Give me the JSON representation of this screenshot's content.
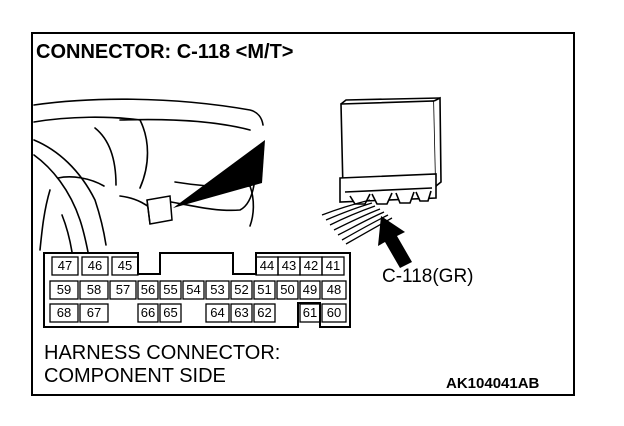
{
  "title": "CONNECTOR: C-118 <M/T>",
  "callout_label": "C-118(GR)",
  "caption_line1": "HARNESS CONNECTOR:",
  "caption_line2": "COMPONENT SIDE",
  "reference_code": "AK104041AB",
  "connector": {
    "top_row": [
      "47",
      "46",
      "45",
      "",
      "",
      "",
      "",
      "",
      "",
      "44",
      "43",
      "42",
      "41"
    ],
    "middle_row": [
      "59",
      "58",
      "57",
      "56",
      "55",
      "54",
      "53",
      "52",
      "51",
      "50",
      "49",
      "48"
    ],
    "bottom_row": [
      "68",
      "67",
      "",
      "66",
      "65",
      "",
      "64",
      "63",
      "62",
      "",
      "61",
      "60"
    ]
  }
}
